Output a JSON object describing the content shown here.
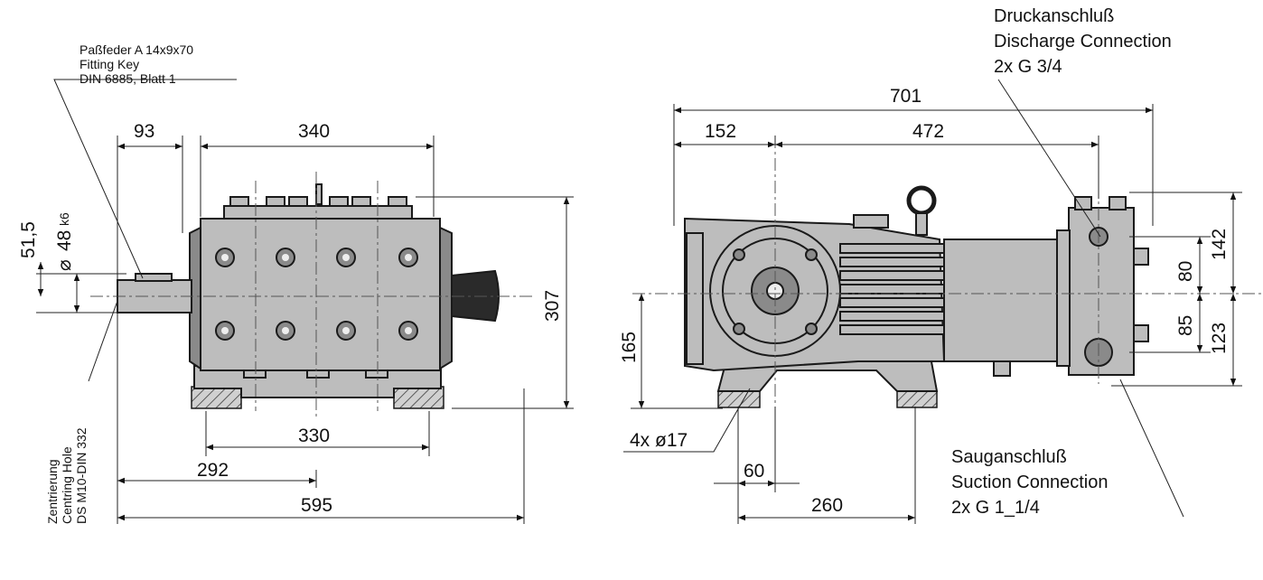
{
  "left_view": {
    "key_note": [
      "Paßfeder A 14x9x70",
      "Fitting Key",
      "DIN 6885, Blatt 1"
    ],
    "centring_note": [
      "Zentrierung",
      "Centring Hole",
      "DS M10-DIN 332"
    ],
    "dims": {
      "d93": "93",
      "d340": "340",
      "d51_5": "51,5",
      "d48": "48",
      "d48_tol": "k6",
      "d307": "307",
      "d330": "330",
      "d292": "292",
      "d595": "595"
    }
  },
  "right_view": {
    "discharge_note": [
      "Druckanschluß",
      "Discharge Connection",
      "2x G 3/4"
    ],
    "suction_note": [
      "Sauganschluß",
      "Suction Connection",
      "2x G 1_1/4"
    ],
    "holes_note": "4x ø17",
    "dims": {
      "d701": "701",
      "d152": "152",
      "d472": "472",
      "d142": "142",
      "d80": "80",
      "d85": "85",
      "d123": "123",
      "d165": "165",
      "d60": "60",
      "d260": "260"
    }
  },
  "colors": {
    "body": "#bdbdbd",
    "dark": "#8a8a8a",
    "line": "#222222"
  }
}
